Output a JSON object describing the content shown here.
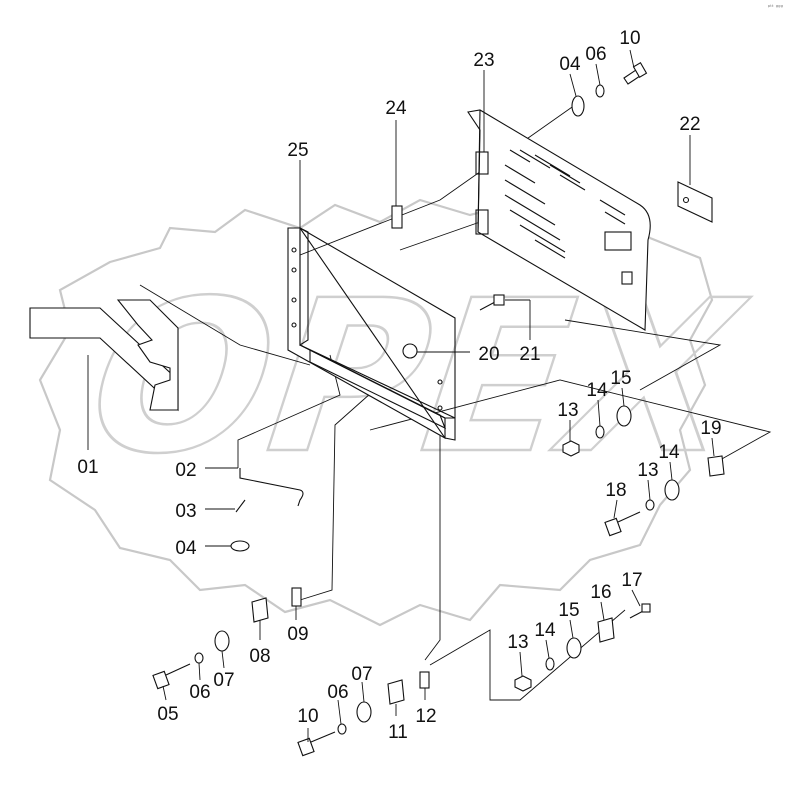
{
  "corner_code": "ᵖᵗᵗ ᵍᵍᵍ",
  "watermark_text": "OPEX",
  "callouts": [
    {
      "id": "c01",
      "text": "01"
    },
    {
      "id": "c02",
      "text": "02"
    },
    {
      "id": "c03",
      "text": "03"
    },
    {
      "id": "c04a",
      "text": "04"
    },
    {
      "id": "c04b",
      "text": "04"
    },
    {
      "id": "c05",
      "text": "05"
    },
    {
      "id": "c06a",
      "text": "06"
    },
    {
      "id": "c06b",
      "text": "06"
    },
    {
      "id": "c06c",
      "text": "06"
    },
    {
      "id": "c07a",
      "text": "07"
    },
    {
      "id": "c07b",
      "text": "07"
    },
    {
      "id": "c08",
      "text": "08"
    },
    {
      "id": "c09",
      "text": "09"
    },
    {
      "id": "c10a",
      "text": "10"
    },
    {
      "id": "c10b",
      "text": "10"
    },
    {
      "id": "c11",
      "text": "11"
    },
    {
      "id": "c12",
      "text": "12"
    },
    {
      "id": "c13a",
      "text": "13"
    },
    {
      "id": "c13b",
      "text": "13"
    },
    {
      "id": "c13c",
      "text": "13"
    },
    {
      "id": "c14a",
      "text": "14"
    },
    {
      "id": "c14b",
      "text": "14"
    },
    {
      "id": "c14c",
      "text": "14"
    },
    {
      "id": "c15a",
      "text": "15"
    },
    {
      "id": "c15b",
      "text": "15"
    },
    {
      "id": "c16",
      "text": "16"
    },
    {
      "id": "c17",
      "text": "17"
    },
    {
      "id": "c18",
      "text": "18"
    },
    {
      "id": "c19",
      "text": "19"
    },
    {
      "id": "c20",
      "text": "20"
    },
    {
      "id": "c21",
      "text": "21"
    },
    {
      "id": "c22",
      "text": "22"
    },
    {
      "id": "c23",
      "text": "23"
    },
    {
      "id": "c24",
      "text": "24"
    },
    {
      "id": "c25",
      "text": "25"
    }
  ]
}
